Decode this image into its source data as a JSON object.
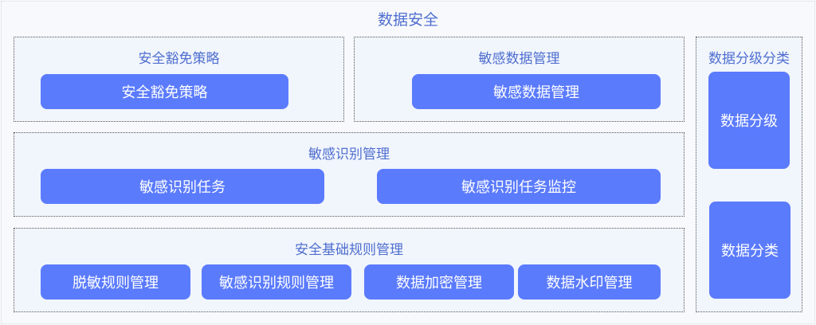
{
  "title": "数据安全",
  "groups": [
    {
      "title": "安全豁免策略",
      "items": [
        "安全豁免策略"
      ]
    },
    {
      "title": "敏感数据管理",
      "items": [
        "敏感数据管理"
      ]
    },
    {
      "title": "敏感识别管理",
      "items": [
        "敏感识别任务",
        "敏感识别任务监控"
      ]
    },
    {
      "title": "安全基础规则管理",
      "items": [
        "脱敏规则管理",
        "敏感识别规则管理",
        "数据加密管理",
        "数据水印管理"
      ]
    },
    {
      "title": "数据分级分类",
      "items": [
        "数据分级",
        "数据分类"
      ]
    }
  ],
  "colors": {
    "button": "#5b7bfd",
    "heading": "#4f6fcf"
  }
}
